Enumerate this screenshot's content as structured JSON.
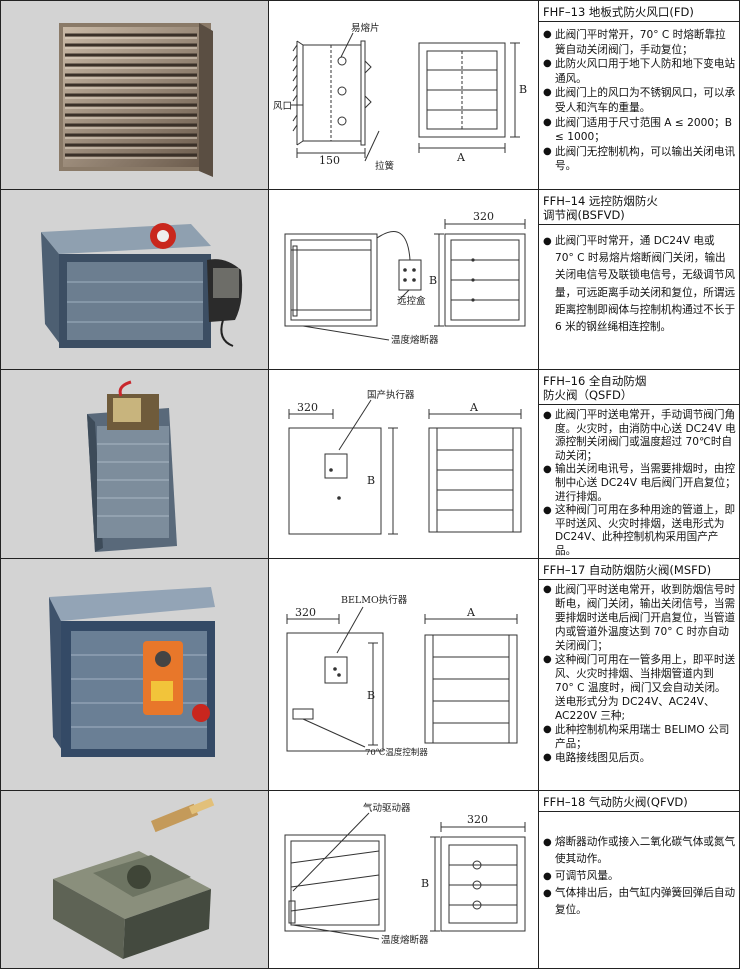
{
  "products": [
    {
      "title": "FHF–13 地板式防火风口(FD)",
      "title2": "",
      "drawing": {
        "label1": "易熔片",
        "label2": "风口",
        "label3": "拉簧",
        "dim1": "150",
        "dim2": "A",
        "dim3": "B"
      },
      "bullets": [
        "此阀门平时常开，70° C 时熔断靠拉簧自动关闭阀门，手动复位；",
        "此防火风口用于地下人防和地下变电站通风。",
        "此阀门上的风口为不锈钢风口，可以承受人和汽车的重量。",
        "此阀门适用于尺寸范围 A ≤ 2000；B ≤ 1000；",
        "此阀门无控制机构，可以输出关闭电讯号。"
      ]
    },
    {
      "title": "FFH–14 远控防烟防火",
      "title2": "调节阀(BSFVD)",
      "drawing": {
        "label1": "远控盒",
        "label2": "温度熔断器",
        "dim1": "320",
        "dim2": "B"
      },
      "bullets": [
        "此阀门平时常开，通 DC24V 电或 70° C 时易熔片熔断阀门关闭，输出关闭电信号及联锁电信号，无级调节风量，可远距离手动关闭和复位，所谓远距离控制即阀体与控制机构通过不长于 6 米的钢丝绳相连控制。"
      ]
    },
    {
      "title": "FFH–16 全自动防烟",
      "title2": "防火阀（QSFD）",
      "drawing": {
        "label1": "国产执行器",
        "dim1": "320",
        "dim2": "A",
        "dim3": "B"
      },
      "bullets": [
        "此阀门平时送电常开，手动调节阀门角度。火灾时，由消防中心送 DC24V 电源控制关闭阀门或温度超过 70℃时自动关闭；",
        "输出关闭电讯号，当需要排烟时，由控制中心送 DC24V 电后阀门开启复位；进行排烟。",
        "这种阀门可用在多种用途的管道上，即平时送风、火灾时排烟，送电形式为 DC24V、此种控制机构采用国产产品。"
      ]
    },
    {
      "title": "FFH–17 自动防烟防火阀(MSFD)",
      "title2": "",
      "drawing": {
        "label1": "BELMO执行器",
        "label2": "70℃温度控制器",
        "dim1": "320",
        "dim2": "A",
        "dim3": "B"
      },
      "bullets": [
        "此阀门平时送电常开，收到防烟信号时断电，阀门关闭，输出关闭信号，当需要排烟时送电后阀门开启复位，当管道内或管道外温度达到 70° C 时亦自动关闭阀门；",
        "这种阀门可用在一管多用上，即平时送风、火灾时排烟、当排烟管道内到 70° C 温度时，阀门又会自动关闭。送电形式分为 DC24V、AC24V、AC220V 三种;",
        "此种控制机构采用瑞士 BELIMO 公司产品；",
        "电路接线图见后页。"
      ]
    },
    {
      "title": "FFH–18 气动防火阀(QFVD)",
      "title2": "",
      "drawing": {
        "label1": "气动驱动器",
        "label2": "温度熔断器",
        "dim1": "320",
        "dim2": "B"
      },
      "bullets": [
        "熔断器动作或接入二氧化碳气体或氮气使其动作。",
        "可调节风量。",
        "气体排出后，由气缸内弹簧回弹后自动复位。"
      ]
    }
  ]
}
